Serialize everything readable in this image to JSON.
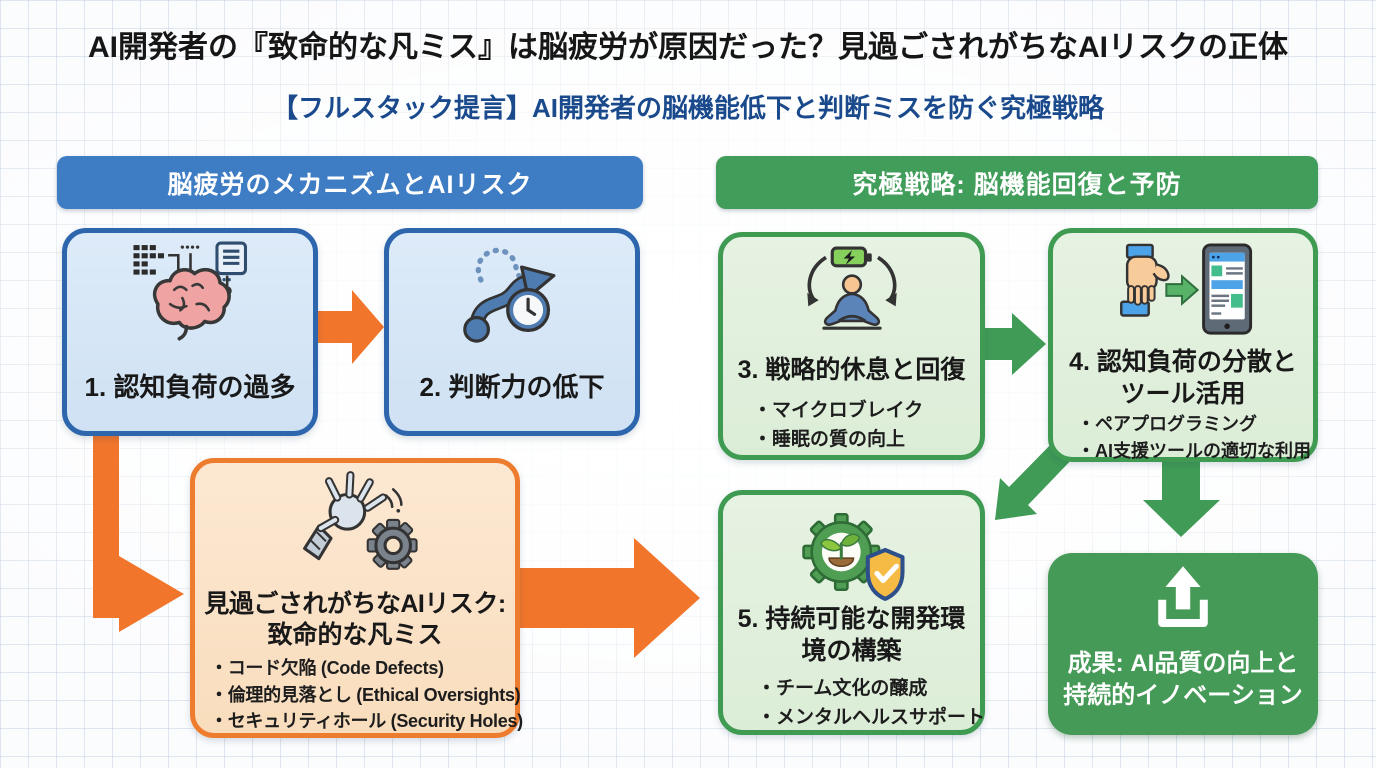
{
  "header": {
    "title": "AI開発者の『致命的な凡ミス』は脳疲労が原因だった？見過ごされがちなAIリスクの正体",
    "subtitle": "【フルスタック提言】AI開発者の脳機能低下と判断ミスを防ぐ究極戦略"
  },
  "sections": {
    "left": {
      "title": "脳疲労のメカニズムとAIリスク",
      "color": "#3e7cc4"
    },
    "right": {
      "title": "究極戦略: 脳機能回復と予防",
      "color": "#419d5a"
    }
  },
  "boxes": {
    "box1": {
      "label": "1. 認知負荷の過多",
      "icon": "brain-circuit-icon"
    },
    "box2": {
      "label": "2. 判断力の低下",
      "icon": "detour-clock-icon"
    },
    "risk": {
      "title_lines": [
        "見過ごされがちなAIリスク:",
        "致命的な凡ミス"
      ],
      "bullets": [
        "・コード欠陥 (Code Defects)",
        "・倫理的見落とし (Ethical Oversights)",
        "・セキュリティホール (Security Holes)"
      ],
      "icon": "robot-hand-gear-icon"
    },
    "box3": {
      "label": "3. 戦略的休息と回復",
      "bullets": [
        "・マイクロブレイク",
        "・睡眠の質の向上"
      ],
      "icon": "meditation-recharge-icon"
    },
    "box4": {
      "title_lines": [
        "4. 認知負荷の分散と",
        "ツール活用"
      ],
      "bullets": [
        "・ペアプログラミング",
        "・AI支援ツールの適切な利用"
      ],
      "icon": "hand-tablet-icon"
    },
    "box5": {
      "title_lines": [
        "5. 持続可能な開発環",
        "境の構築"
      ],
      "bullets": [
        "・チーム文化の醸成",
        "・メンタルヘルスサポート"
      ],
      "icon": "gear-plant-shield-icon"
    },
    "result": {
      "title_lines": [
        "成果: AI品質の向上と",
        "持続的イノベーション"
      ],
      "icon": "upload-icon"
    }
  },
  "colors": {
    "blue_border": "#2d66ad",
    "blue_fill": "#d9e8f8",
    "blue_banner": "#3e7cc4",
    "orange_arrow": "#f1752b",
    "orange_border": "#ee7c2e",
    "orange_fill": "#fbe3c8",
    "green": "#3f9b52",
    "green_banner": "#419d5a",
    "green_fill": "#e3f0df",
    "result_fill": "#459a57",
    "subtitle_navy": "#1a4a8c",
    "title_black": "#161616"
  }
}
